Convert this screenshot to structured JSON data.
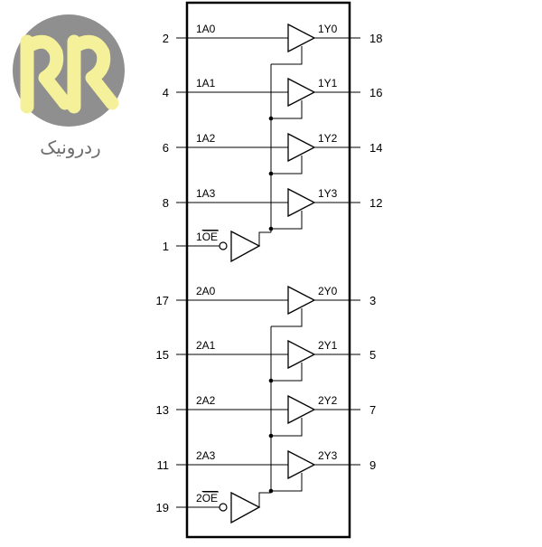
{
  "logo": {
    "text": "ردرونیک",
    "colors": {
      "disc": "#8f8f8f",
      "mark": "#f5f09a",
      "text": "#6b6b6b"
    }
  },
  "diagram": {
    "channels": [
      {
        "in_label": "1A0",
        "out_label": "1Y0",
        "in_pin": "2",
        "out_pin": "18"
      },
      {
        "in_label": "1A1",
        "out_label": "1Y1",
        "in_pin": "4",
        "out_pin": "16"
      },
      {
        "in_label": "1A2",
        "out_label": "1Y2",
        "in_pin": "6",
        "out_pin": "14"
      },
      {
        "in_label": "1A3",
        "out_label": "1Y3",
        "in_pin": "8",
        "out_pin": "12"
      },
      {
        "in_label": "2A0",
        "out_label": "2Y0",
        "in_pin": "17",
        "out_pin": "3"
      },
      {
        "in_label": "2A1",
        "out_label": "2Y1",
        "in_pin": "15",
        "out_pin": "5"
      },
      {
        "in_label": "2A2",
        "out_label": "2Y2",
        "in_pin": "13",
        "out_pin": "7"
      },
      {
        "in_label": "2A3",
        "out_label": "2Y3",
        "in_pin": "11",
        "out_pin": "9"
      }
    ],
    "enables": [
      {
        "prefix": "1",
        "overline": "OE",
        "pin": "1"
      },
      {
        "prefix": "2",
        "overline": "OE",
        "pin": "19"
      }
    ]
  }
}
